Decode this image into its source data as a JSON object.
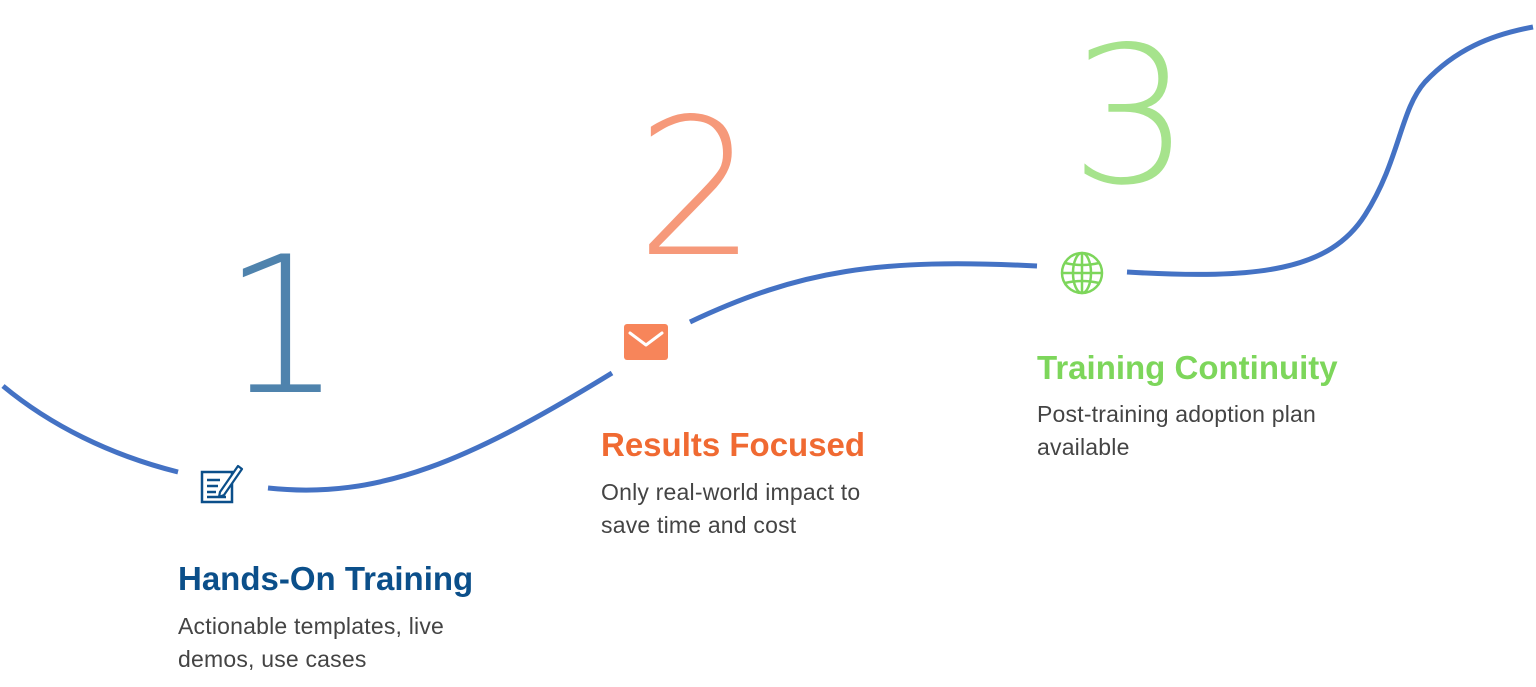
{
  "colors": {
    "curve": "#4472c4",
    "step1": "#0b4f8a",
    "step1_number": "#4f83ad",
    "step2": "#f06a32",
    "step2_number": "#f6997a",
    "step3": "#7dd65b",
    "step3_number": "#a6e38c",
    "description": "#444444"
  },
  "steps": [
    {
      "number": "1",
      "icon": "edit-document-icon",
      "title": "Hands-On Training",
      "description": "Actionable templates, live demos, use cases"
    },
    {
      "number": "2",
      "icon": "mail-icon",
      "title": "Results Focused",
      "description": "Only real-world impact to save time and cost"
    },
    {
      "number": "3",
      "icon": "globe-icon",
      "title": "Training Continuity",
      "description": "Post-training adoption plan available"
    }
  ]
}
